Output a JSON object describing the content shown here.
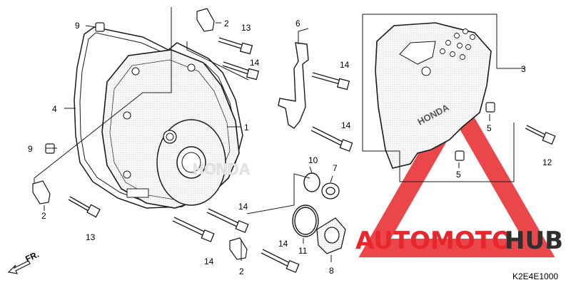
{
  "callouts": [
    "1",
    "2",
    "2",
    "3",
    "4",
    "5",
    "5",
    "6",
    "7",
    "8",
    "9",
    "9",
    "10",
    "11",
    "12",
    "13",
    "13",
    "14",
    "14",
    "14",
    "14",
    "14",
    "14"
  ],
  "front_marker": "FR.",
  "diagram_code": "K2E4E1000",
  "watermark": {
    "part1": "AUTOMOTO",
    "part2": "HUB",
    "color_red": "#e8262b",
    "color_dark": "#2f2f2f"
  },
  "brand_emboss": "HONDA"
}
